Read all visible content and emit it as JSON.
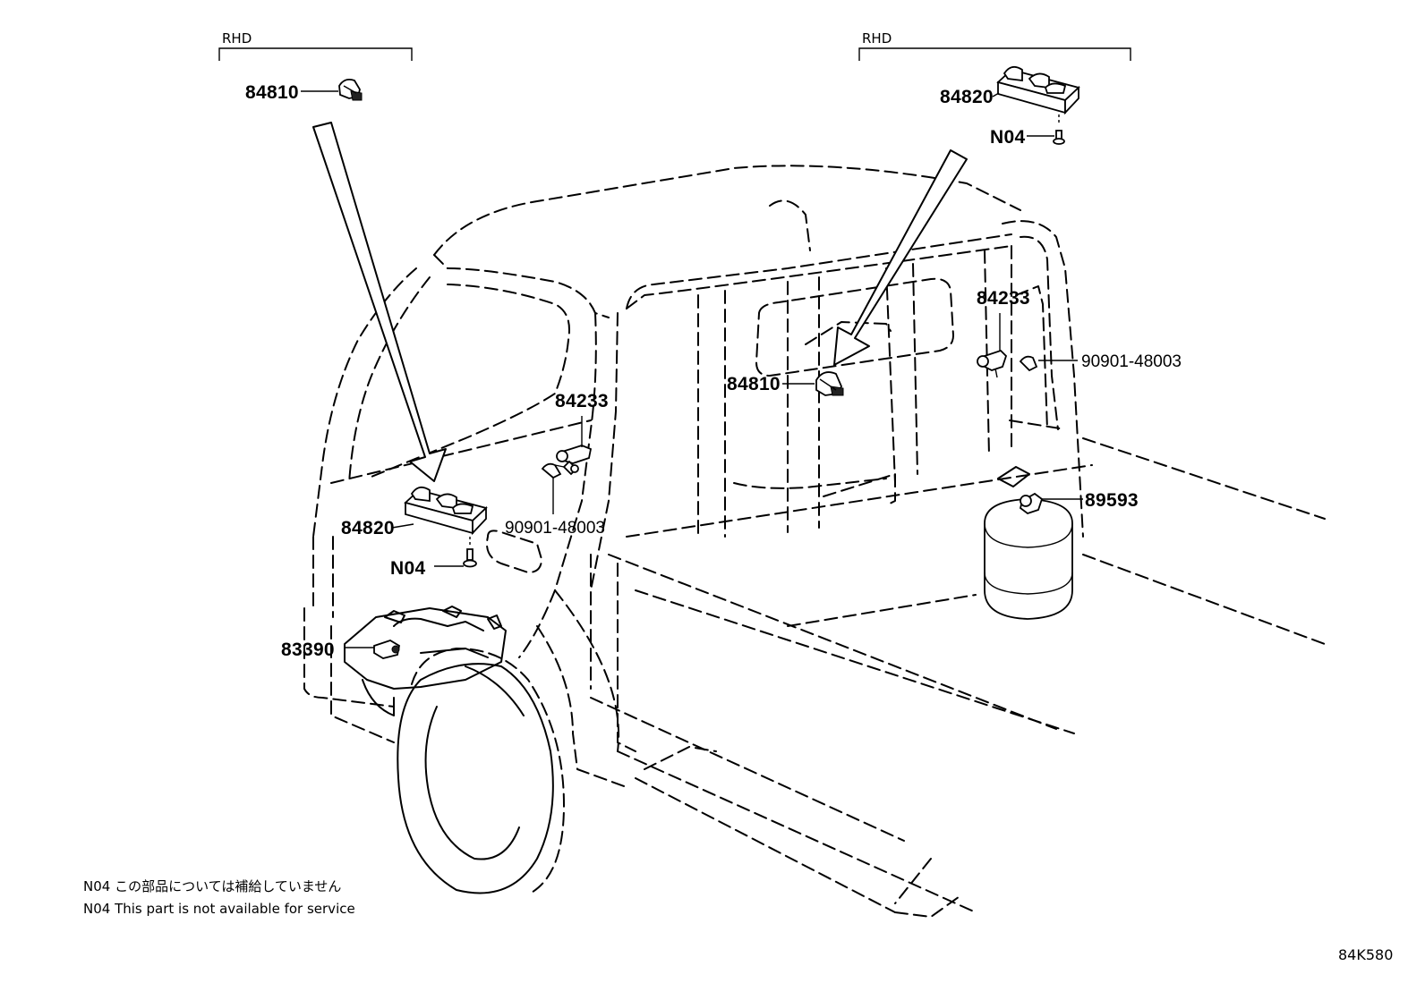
{
  "bracket_labels": {
    "left": "RHD",
    "right": "RHD"
  },
  "callouts": {
    "c84810_top_left": "84810",
    "c84820_top_right": "84820",
    "n04_top_right": "N04",
    "c84233_left": "84233",
    "c84233_right": "84233",
    "c84810_right": "84810",
    "c90901_left": "90901-48003",
    "c90901_right": "90901-48003",
    "c84820_left": "84820",
    "n04_left": "N04",
    "c83390": "83390",
    "c89593": "89593"
  },
  "notes": {
    "jp": "N04 この部品については補給していません",
    "en": "N04 This part is not available for service"
  },
  "diagram_code": "84K580"
}
